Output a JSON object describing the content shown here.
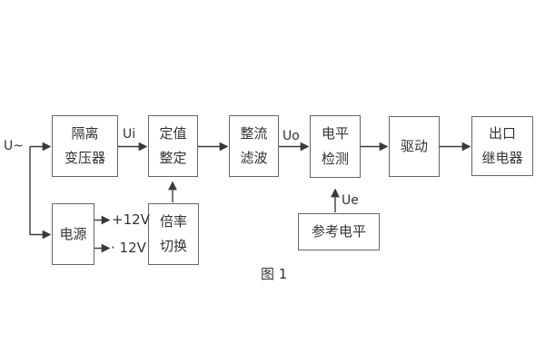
{
  "figure": {
    "caption": "图 1"
  },
  "diagram": {
    "input_label": "U~",
    "signals": {
      "ui": "Ui",
      "uo": "Uo",
      "ue": "Ue"
    },
    "power_rails": {
      "positive": "+12V",
      "negative": "· 12V"
    },
    "blocks": {
      "isolation_transformer": {
        "line1": "隔离",
        "line2": "变压器"
      },
      "value_setting": {
        "line1": "定值",
        "line2": "整定"
      },
      "rectify_filter": {
        "line1": "整流",
        "line2": "滤波"
      },
      "level_detect": {
        "line1": "电平",
        "line2": "检测"
      },
      "drive": {
        "label": "驱动"
      },
      "output_relay": {
        "line1": "出口",
        "line2": "继电器"
      },
      "power_supply": {
        "label": "电源"
      },
      "ratio_switch": {
        "line1": "倍率",
        "line2": "切换"
      },
      "reference_level": {
        "label": "参考电平"
      }
    },
    "colors": {
      "background": "#ffffff",
      "box_border": "#666666",
      "connector": "#3a3a3a",
      "text": "#333333"
    }
  }
}
